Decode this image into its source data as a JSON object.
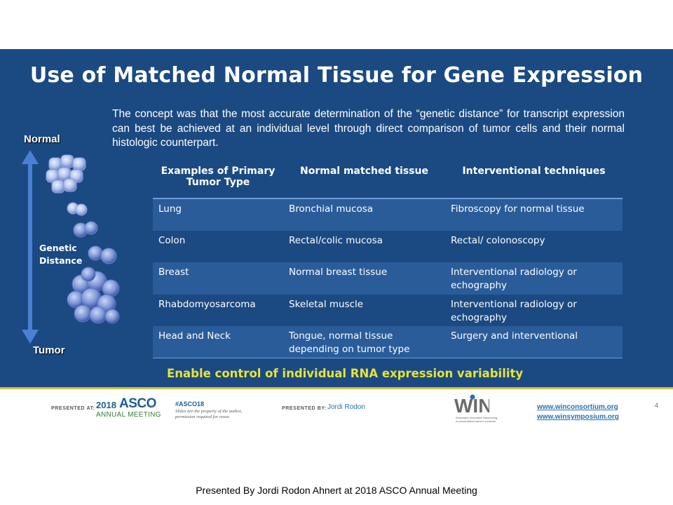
{
  "slide": {
    "title": "Use of Matched Normal Tissue for Gene Expression",
    "intro": "The concept was that the most accurate determination of the “genetic distance” for transcript expression can best be achieved at an individual level through direct comparison of tumor cells and their normal histologic counterpart.",
    "illustration": {
      "top_label": "Normal",
      "middle_label_line1": "Genetic",
      "middle_label_line2": "Distance",
      "bottom_label": "Tumor",
      "icons": [
        "double-arrow-icon",
        "cell-cluster-icon"
      ]
    },
    "table": {
      "headers": [
        "Examples of Primary Tumor Type",
        "Normal matched tissue",
        "Interventional techniques"
      ],
      "rows": [
        [
          "Lung",
          "Bronchial mucosa",
          "Fibroscopy for normal tissue"
        ],
        [
          "Colon",
          "Rectal/colic mucosa",
          "Rectal/ colonoscopy"
        ],
        [
          "Breast",
          "Normal breast tissue",
          "Interventional radiology or echography"
        ],
        [
          "Rhabdomyosarcoma",
          "Skeletal muscle",
          "Interventional radiology or echography"
        ],
        [
          "Head and Neck",
          "Tongue, normal tissue depending on tumor type",
          "Surgery and interventional"
        ]
      ]
    },
    "conclusion": "Enable control of individual RNA expression variability",
    "page_number": "4"
  },
  "footer": {
    "presented_at": "PRESENTED AT:",
    "asco_year": "2018",
    "asco_name": "ASCO",
    "asco_annual": "ANNUAL MEETING",
    "hashtag": "#ASCO18",
    "hashtag_note": "Slides are the property of the author, permission required for reuse.",
    "presented_by": "PRESENTED BY:",
    "presenter": "Jordi Rodon",
    "win_logo": "WIN",
    "win_tagline": "Worldwide Innovative Networking in personalized cancer medicine",
    "links": [
      "www.winconsortium.org",
      "www.winsymposium.org"
    ]
  },
  "caption": "Presented By Jordi Rodon Ahnert at 2018 ASCO Annual Meeting",
  "colors": {
    "slide_background": "#1b4a82",
    "table_shade": "#2a5c9a",
    "accent_yellow": "#e7e33a",
    "divider": "#d2c23a"
  }
}
